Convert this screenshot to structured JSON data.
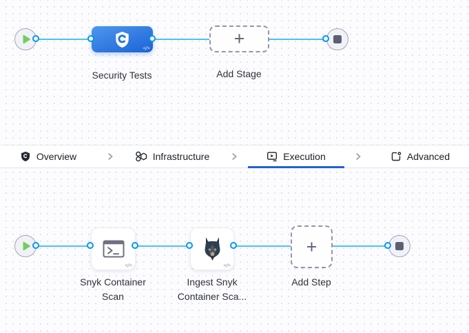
{
  "canvas": {
    "code_glyph": "</>"
  },
  "stage_pipeline": {
    "stage_label": "Security Tests",
    "add_stage_label": "Add Stage",
    "plus_glyph": "+"
  },
  "tab_bar": {
    "tabs": [
      {
        "label": "Overview",
        "icon": "pipeline-overview-icon",
        "active": false
      },
      {
        "label": "Infrastructure",
        "icon": "infrastructure-icon",
        "active": false
      },
      {
        "label": "Execution",
        "icon": "execution-icon",
        "active": true
      },
      {
        "label": "Advanced",
        "icon": "advanced-icon",
        "active": false
      }
    ]
  },
  "step_pipeline": {
    "steps": [
      {
        "label": "Snyk Container Scan",
        "icon": "terminal-run-icon"
      },
      {
        "label": "Ingest Snyk Container Sca...",
        "icon": "snyk-dog-icon"
      }
    ],
    "add_step_label": "Add Step",
    "plus_glyph": "+"
  },
  "colors": {
    "stage_node_blue": "#2574e0",
    "connector_blue": "#4cc1f4",
    "port_ring_blue": "#0095f3",
    "active_tab_underline": "#2161cf",
    "play_triangle_green": "#73cd5f",
    "endpoint_fill": "#f1f1f8"
  }
}
